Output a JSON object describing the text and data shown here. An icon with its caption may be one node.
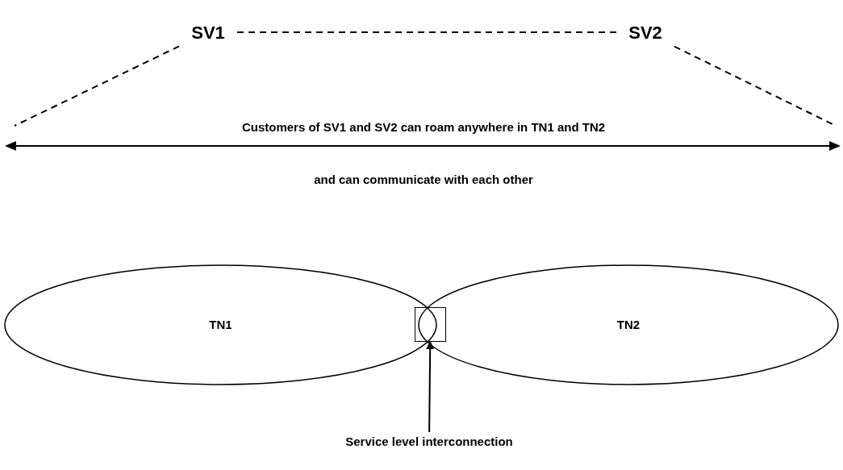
{
  "diagram": {
    "nodes": [
      {
        "text": [
          "SV1"
        ]
      },
      {
        "text": [
          "SV2"
        ]
      },
      {
        "text": [
          "TN1"
        ]
      },
      {
        "text": [
          "TN2"
        ]
      },
      {
        "text": [],
        "shape": "box"
      },
      {
        "text": [
          "Service level interconnection"
        ]
      }
    ],
    "edges": [
      {
        "from": 0,
        "to": 1,
        "arrow": "none",
        "style": "dashed"
      },
      {
        "from": 0,
        "to": null,
        "arrow": "none",
        "style": "dashed"
      },
      {
        "from": 1,
        "to": null,
        "arrow": "none",
        "style": "dashed"
      },
      {
        "from": 5,
        "to": 4,
        "arrow": "to"
      }
    ],
    "labels": [
      "Customers of SV1 and SV2 can roam anywhere in TN1 and TN2",
      "and can communicate with each other"
    ]
  }
}
